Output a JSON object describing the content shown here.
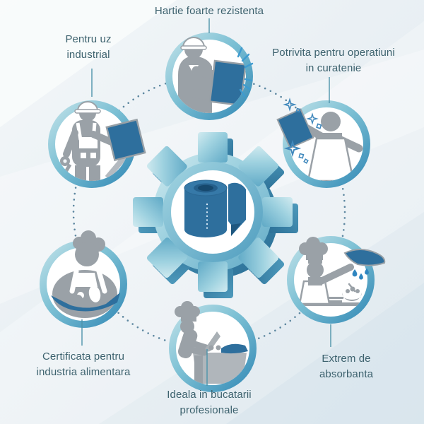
{
  "meta": {
    "type": "product-benefits-infographic",
    "language": "ro",
    "subject": "paper-towel-roll"
  },
  "center": {
    "icon": "paper-towel-roll-in-gear-icon",
    "gear_color": "#9fd2e0",
    "gear_shadow_color": "#3a86ab",
    "roll_color": "#2e6f9d"
  },
  "colors": {
    "background_start": "#f3f7f9",
    "background_end": "#dfe9ef",
    "ring_light": "#c3e3ea",
    "ring_dark": "#2f86b4",
    "figure_gray": "#9aa1a7",
    "accent_blue": "#2e6f9d",
    "sparkle_blue": "#4189bd",
    "text": "#3d626e",
    "dotted_line": "#5d87a0",
    "connector": "#4d93aa"
  },
  "features": [
    {
      "id": "hartie",
      "position": "top",
      "label": "Hartie foarte rezistenta",
      "lines": [
        "Hartie foarte rezistenta"
      ],
      "icon": "worker-strong-paper-icon"
    },
    {
      "id": "potrivita",
      "position": "top-right",
      "label": "Potrivita pentru operatiuni in curatenie",
      "lines": [
        "Potrivita pentru operatiuni",
        "in curatenie"
      ],
      "icon": "cleaner-sparkling-cloth-icon"
    },
    {
      "id": "absorbanta",
      "position": "right",
      "label": "Extrem de absorbanta",
      "lines": [
        "Extrem de",
        "absorbanta"
      ],
      "icon": "chef-absorbent-cloth-icon"
    },
    {
      "id": "ideala",
      "position": "bottom",
      "label": "Ideala in bucatarii profesionale",
      "lines": [
        "Ideala in bucatarii",
        "profesionale"
      ],
      "icon": "chef-chopping-icon"
    },
    {
      "id": "certificata",
      "position": "bottom-left",
      "label": "Certificata pentru industria alimentara",
      "lines": [
        "Certificata pentru",
        "industria alimentara"
      ],
      "icon": "chef-food-platter-icon"
    },
    {
      "id": "industrial",
      "position": "left",
      "label": "Pentru uz industrial",
      "lines": [
        "Pentru uz",
        "industrial"
      ],
      "icon": "industrial-worker-clipboard-icon"
    }
  ]
}
